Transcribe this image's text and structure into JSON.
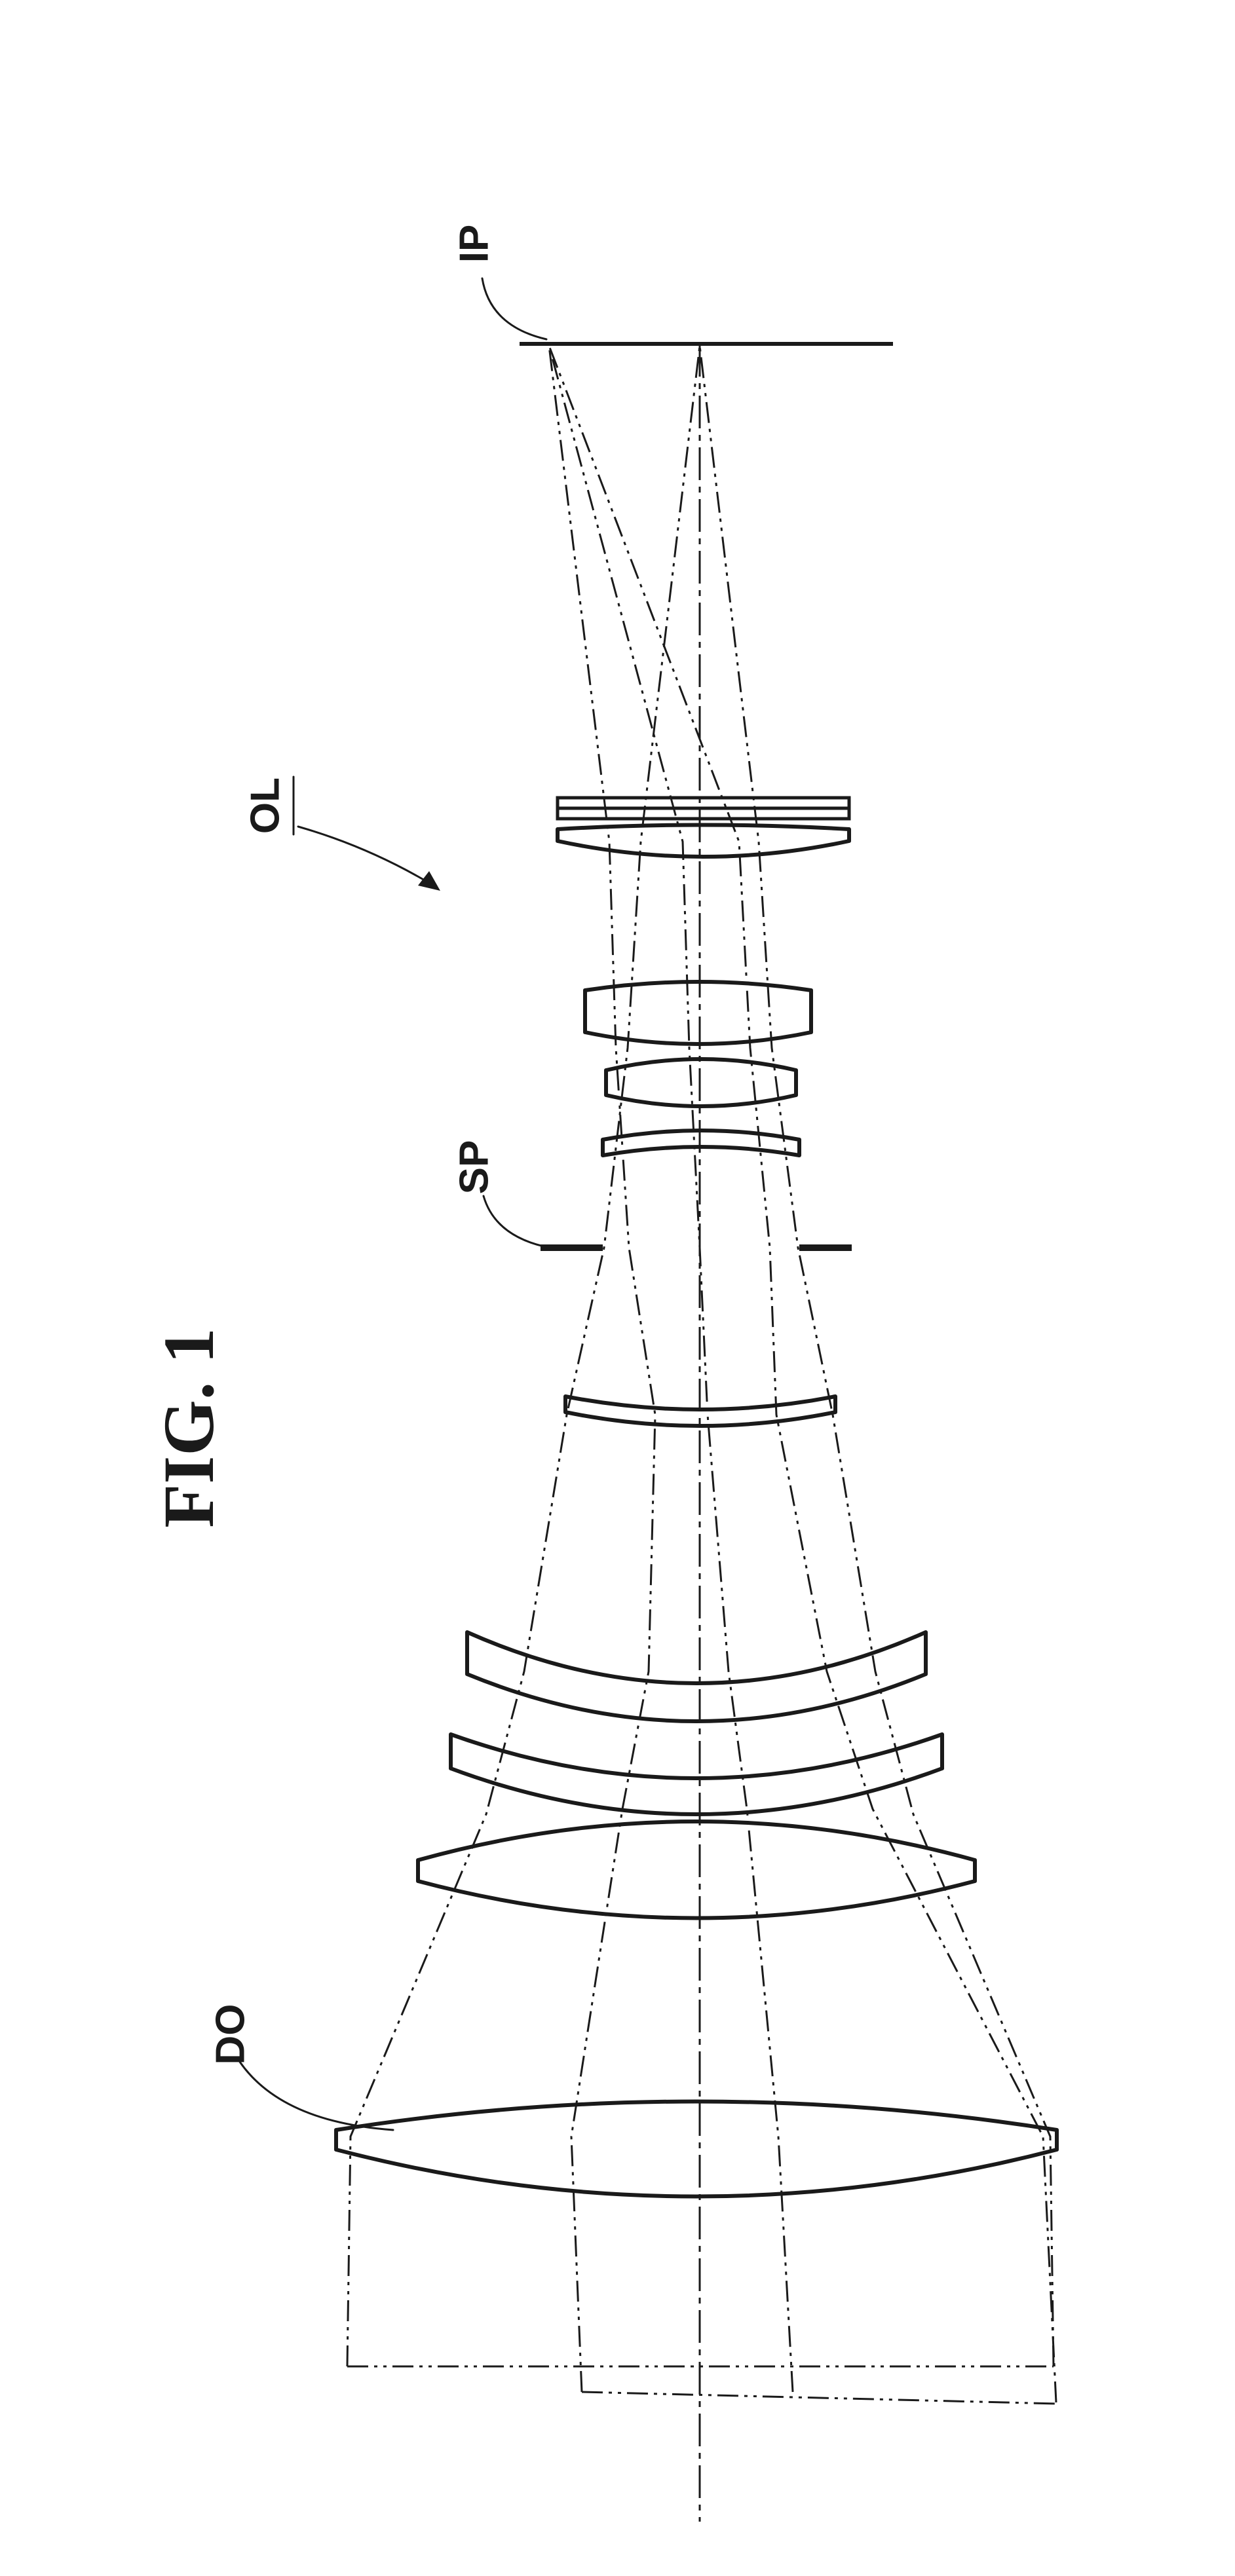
{
  "page": {
    "background": "#ffffff",
    "ink": "#1a1a1a"
  },
  "figure": {
    "title": "FIG. 1",
    "labels": {
      "ip": "IP",
      "ol": "OL",
      "sp": "SP",
      "do": "DO"
    }
  }
}
